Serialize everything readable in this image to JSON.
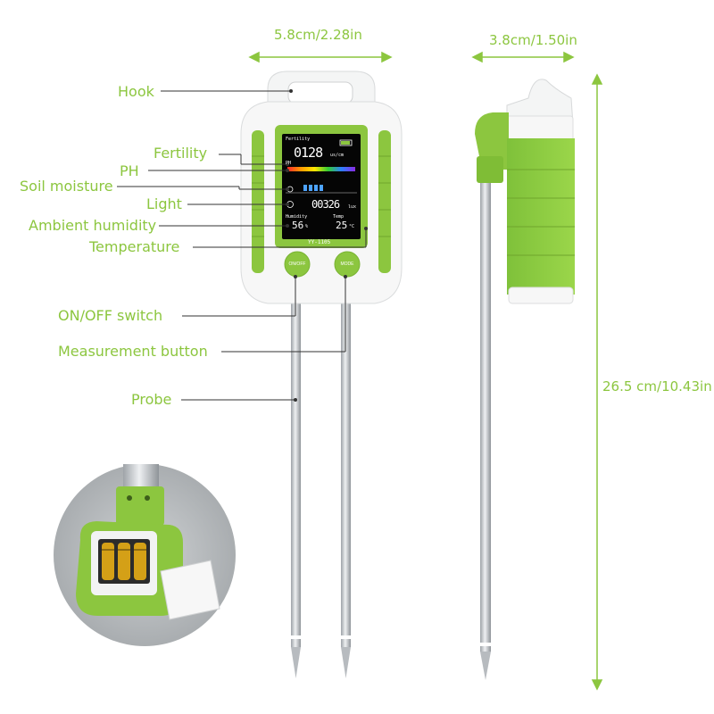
{
  "dimensions": {
    "width_front": "5.8cm/2.28in",
    "width_side": "3.8cm/1.50in",
    "height": "26.5 cm/10.43in"
  },
  "labels": {
    "hook": "Hook",
    "fertility": "Fertility",
    "ph": "PH",
    "soil_moisture": "Soil moisture",
    "light": "Light",
    "ambient_humidity": "Ambient humidity",
    "temperature": "Temperature",
    "on_off_switch": "ON/OFF switch",
    "measurement_button": "Measurement button",
    "probe": "Probe"
  },
  "screen": {
    "fertility_label": "Fertility",
    "fertility_value": "0128",
    "fertility_unit": "us/cm",
    "ph_label": "PH",
    "light_value": "00326",
    "light_unit": "lux",
    "humidity_label": "Humidity",
    "humidity_value": "56",
    "humidity_unit": "%",
    "temp_label": "Temp",
    "temp_value": "25",
    "temp_unit": "°C",
    "model": "YY-1105"
  },
  "buttons": {
    "on_off": "ON/OFF",
    "mode": "MODE"
  },
  "colors": {
    "accent_green": "#8cc63f",
    "body_white": "#f7f7f7",
    "probe_steel": "#c9ccd0"
  }
}
